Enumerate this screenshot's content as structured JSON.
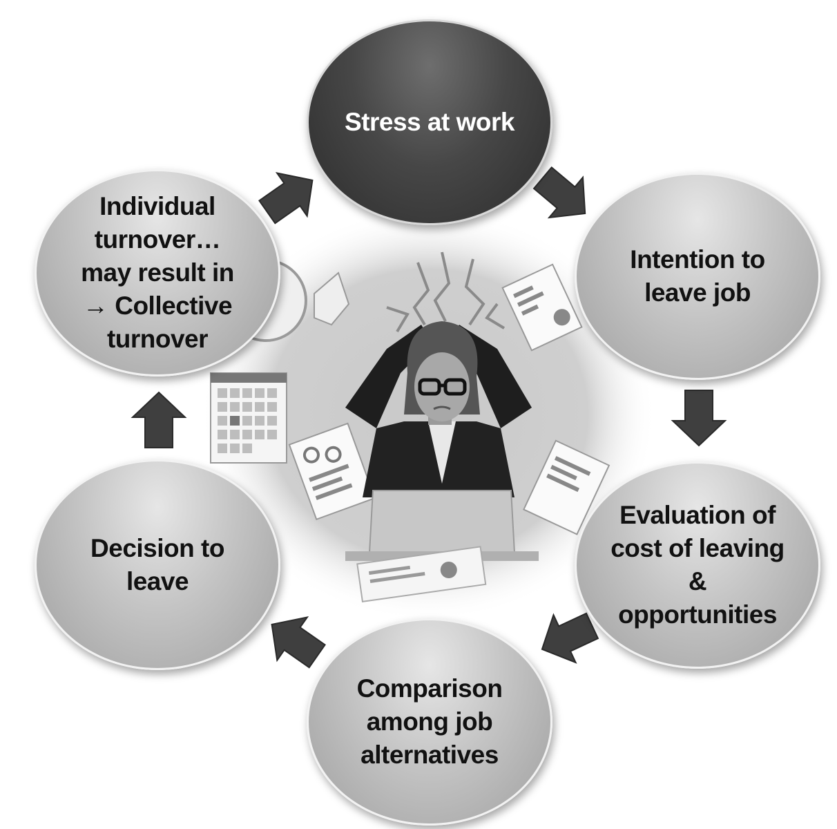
{
  "diagram": {
    "center_image": "stressed-woman-at-desk-illustration",
    "colors": {
      "node_gray": "#b5b5b5",
      "node_dark": "#3a3a3a",
      "arrow": "#3f3f3f",
      "text_dark": "#111111",
      "text_light": "#ffffff"
    },
    "nodes": [
      {
        "id": "stress",
        "label": "Stress at work",
        "style": "dark"
      },
      {
        "id": "intention",
        "label": "Intention to\nleave job",
        "style": "gray"
      },
      {
        "id": "evaluation",
        "label": "Evaluation of\ncost of leaving\n&\nopportunities",
        "style": "gray"
      },
      {
        "id": "comparison",
        "label": "Comparison\namong job\nalternatives",
        "style": "gray"
      },
      {
        "id": "decision",
        "label": "Decision to\nleave",
        "style": "gray"
      },
      {
        "id": "turnover",
        "label": "Individual\nturnover…\nmay result in\n→ Collective\nturnover",
        "style": "gray"
      }
    ],
    "flow": [
      "stress",
      "intention",
      "evaluation",
      "comparison",
      "decision",
      "turnover",
      "stress"
    ]
  }
}
